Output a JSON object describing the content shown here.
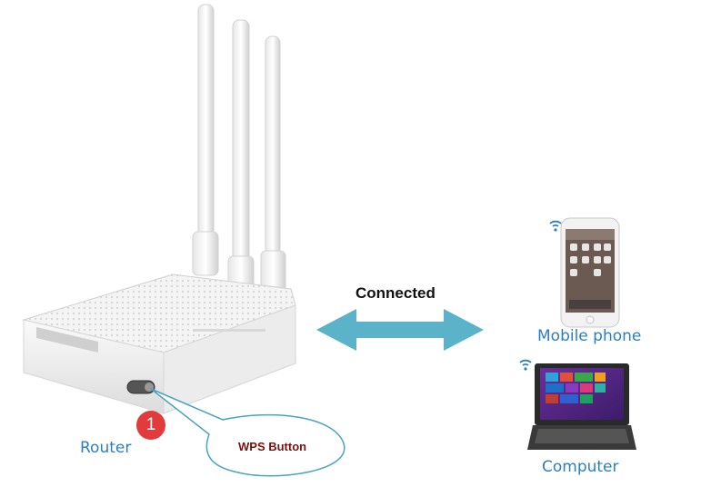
{
  "title": "",
  "connection_label": "Connected",
  "callout": {
    "label": "WPS Button",
    "step_number": "1"
  },
  "devices": {
    "router": {
      "label": "Router"
    },
    "mobile": {
      "label": "Mobile phone"
    },
    "computer": {
      "label": "Computer"
    }
  },
  "colors": {
    "arrow": "#5bb3c9",
    "label_blue": "#2a7fc0",
    "badge_red": "#e23b3b",
    "callout_border": "#4aa3c3",
    "wps_text": "#7a1010",
    "laptop_screen": "#5a2a8a"
  },
  "icons": [
    "wifi-signal-icon",
    "router-image",
    "phone-image",
    "laptop-image",
    "double-arrow-icon"
  ]
}
